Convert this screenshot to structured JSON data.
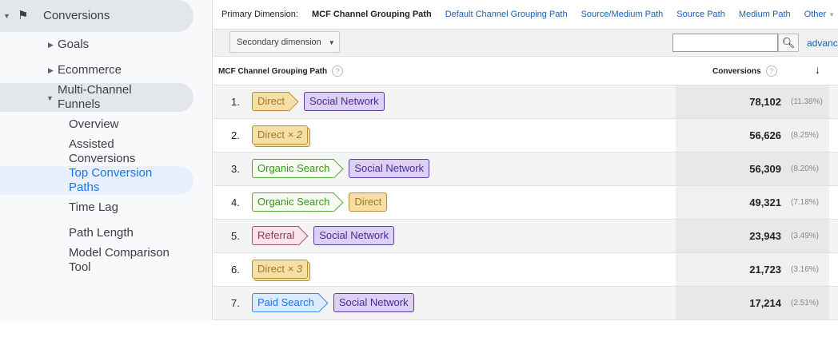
{
  "sidebar": {
    "conversions": "Conversions",
    "goals": "Goals",
    "ecommerce": "Ecommerce",
    "mcf": "Multi-Channel Funnels",
    "overview": "Overview",
    "assisted": "Assisted Conversions",
    "top_paths": "Top Conversion Paths",
    "time_lag": "Time Lag",
    "path_length": "Path Length",
    "model_comparison": "Model Comparison Tool"
  },
  "tabs": {
    "label": "Primary Dimension:",
    "active": "MCF Channel Grouping Path",
    "items": [
      "Default Channel Grouping Path",
      "Source/Medium Path",
      "Source Path",
      "Medium Path",
      "Other"
    ]
  },
  "toolbar": {
    "secondary": "Secondary dimension",
    "search_value": "",
    "advanced": "advanc"
  },
  "table": {
    "col_path": "MCF Channel Grouping Path",
    "col_conv": "Conversions",
    "rows": [
      {
        "idx": "1.",
        "path": [
          {
            "label": "Direct",
            "type": "direct"
          },
          {
            "label": "Social Network",
            "type": "social"
          }
        ],
        "value": "78,102",
        "pct": "(11.38%)"
      },
      {
        "idx": "2.",
        "path": [
          {
            "label": "Direct",
            "type": "direct",
            "repeat": "× 2"
          }
        ],
        "value": "56,626",
        "pct": "(8.25%)"
      },
      {
        "idx": "3.",
        "path": [
          {
            "label": "Organic Search",
            "type": "organic"
          },
          {
            "label": "Social Network",
            "type": "social"
          }
        ],
        "value": "56,309",
        "pct": "(8.20%)"
      },
      {
        "idx": "4.",
        "path": [
          {
            "label": "Organic Search",
            "type": "organic"
          },
          {
            "label": "Direct",
            "type": "direct"
          }
        ],
        "value": "49,321",
        "pct": "(7.18%)"
      },
      {
        "idx": "5.",
        "path": [
          {
            "label": "Referral",
            "type": "referral"
          },
          {
            "label": "Social Network",
            "type": "social"
          }
        ],
        "value": "23,943",
        "pct": "(3.49%)"
      },
      {
        "idx": "6.",
        "path": [
          {
            "label": "Direct",
            "type": "direct",
            "repeat": "× 3"
          }
        ],
        "value": "21,723",
        "pct": "(3.16%)"
      },
      {
        "idx": "7.",
        "path": [
          {
            "label": "Paid Search",
            "type": "paid"
          },
          {
            "label": "Social Network",
            "type": "social"
          }
        ],
        "value": "17,214",
        "pct": "(2.51%)"
      }
    ]
  },
  "colors": {
    "direct": [
      "#f5dfa6",
      "#b8902e",
      "#a07820"
    ],
    "social": [
      "#ddd0f5",
      "#5b3aa6",
      "#4a2a8f"
    ],
    "organic": [
      "#f5fcef",
      "#5aa33a",
      "#3e9020"
    ],
    "referral": [
      "#fbe3ea",
      "#a0506a",
      "#8a3a55"
    ],
    "paid": [
      "#dcebff",
      "#3a8ae8",
      "#1a73e8"
    ]
  }
}
